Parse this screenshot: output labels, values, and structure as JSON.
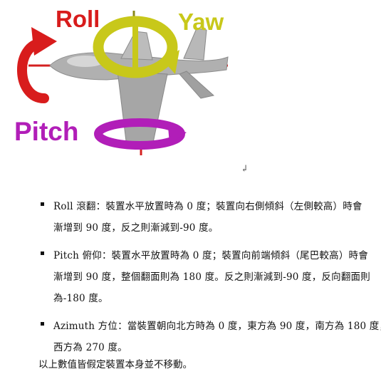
{
  "figure": {
    "labels": {
      "roll": "Roll",
      "yaw": "Yaw",
      "pitch": "Pitch"
    },
    "colors": {
      "roll": "#d81c1c",
      "yaw": "#c8c81a",
      "pitch": "#b11eb8",
      "aircraft": "#a9a9a9",
      "axis": "#d42020"
    }
  },
  "paragraph_mark": "↲",
  "bullets": [
    {
      "lines": [
        "Roll 滾翻：裝置水平放置時為 0 度；裝置向右側傾斜（左側較高）時會",
        "漸增到 90 度，反之則漸減到-90 度。"
      ]
    },
    {
      "lines": [
        "Pitch 俯仰：裝置水平放置時為 0 度；裝置向前端傾斜（尾巴較高）時會",
        "漸增到 90 度，整個翻面則為 180 度。反之則漸減到-90 度，反向翻面則",
        "為-180 度。"
      ]
    },
    {
      "lines": [
        "Azimuth 方位：當裝置朝向北方時為 0 度，東方為 90 度，南方為 180 度，",
        "西方為 270 度。"
      ]
    }
  ],
  "note": "以上數值皆假定裝置本身並不移動。"
}
